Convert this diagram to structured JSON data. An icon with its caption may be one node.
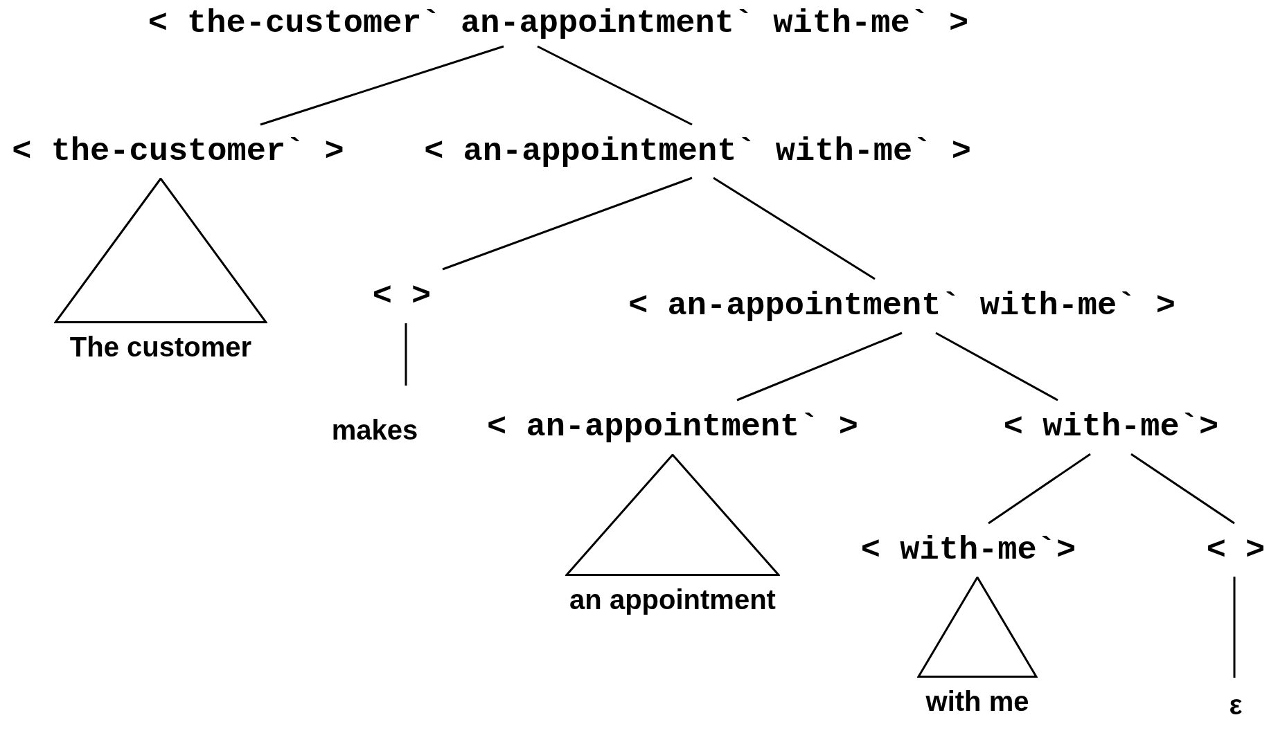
{
  "diagram": {
    "nodes": [
      {
        "text": [
          "< the-customer` an-appointment` with-me` >"
        ]
      },
      {
        "text": [
          "< the-customer` >"
        ]
      },
      {
        "text": [
          "< an-appointment` with-me` >"
        ]
      },
      {
        "text": [
          "The customer"
        ]
      },
      {
        "text": [
          "< >"
        ]
      },
      {
        "text": [
          "makes"
        ]
      },
      {
        "text": [
          "< an-appointment` with-me` >"
        ]
      },
      {
        "text": [
          "< an-appointment` >"
        ]
      },
      {
        "text": [
          "an appointment"
        ]
      },
      {
        "text": [
          "< with-me`>"
        ]
      },
      {
        "text": [
          "< with-me`>"
        ]
      },
      {
        "text": [
          "with me"
        ]
      },
      {
        "text": [
          "< >"
        ]
      },
      {
        "text": [
          "ε"
        ]
      }
    ],
    "edges": [
      {
        "from": 0,
        "to": 1,
        "arrow": "none"
      },
      {
        "from": 0,
        "to": 2,
        "arrow": "none"
      },
      {
        "from": 2,
        "to": 4,
        "arrow": "none"
      },
      {
        "from": 2,
        "to": 6,
        "arrow": "none"
      },
      {
        "from": 4,
        "to": 5,
        "arrow": "none"
      },
      {
        "from": 6,
        "to": 7,
        "arrow": "none"
      },
      {
        "from": 6,
        "to": 9,
        "arrow": "none"
      },
      {
        "from": 9,
        "to": 10,
        "arrow": "none"
      },
      {
        "from": 9,
        "to": 12,
        "arrow": "none"
      },
      {
        "from": 12,
        "to": 13,
        "arrow": "none"
      }
    ]
  }
}
